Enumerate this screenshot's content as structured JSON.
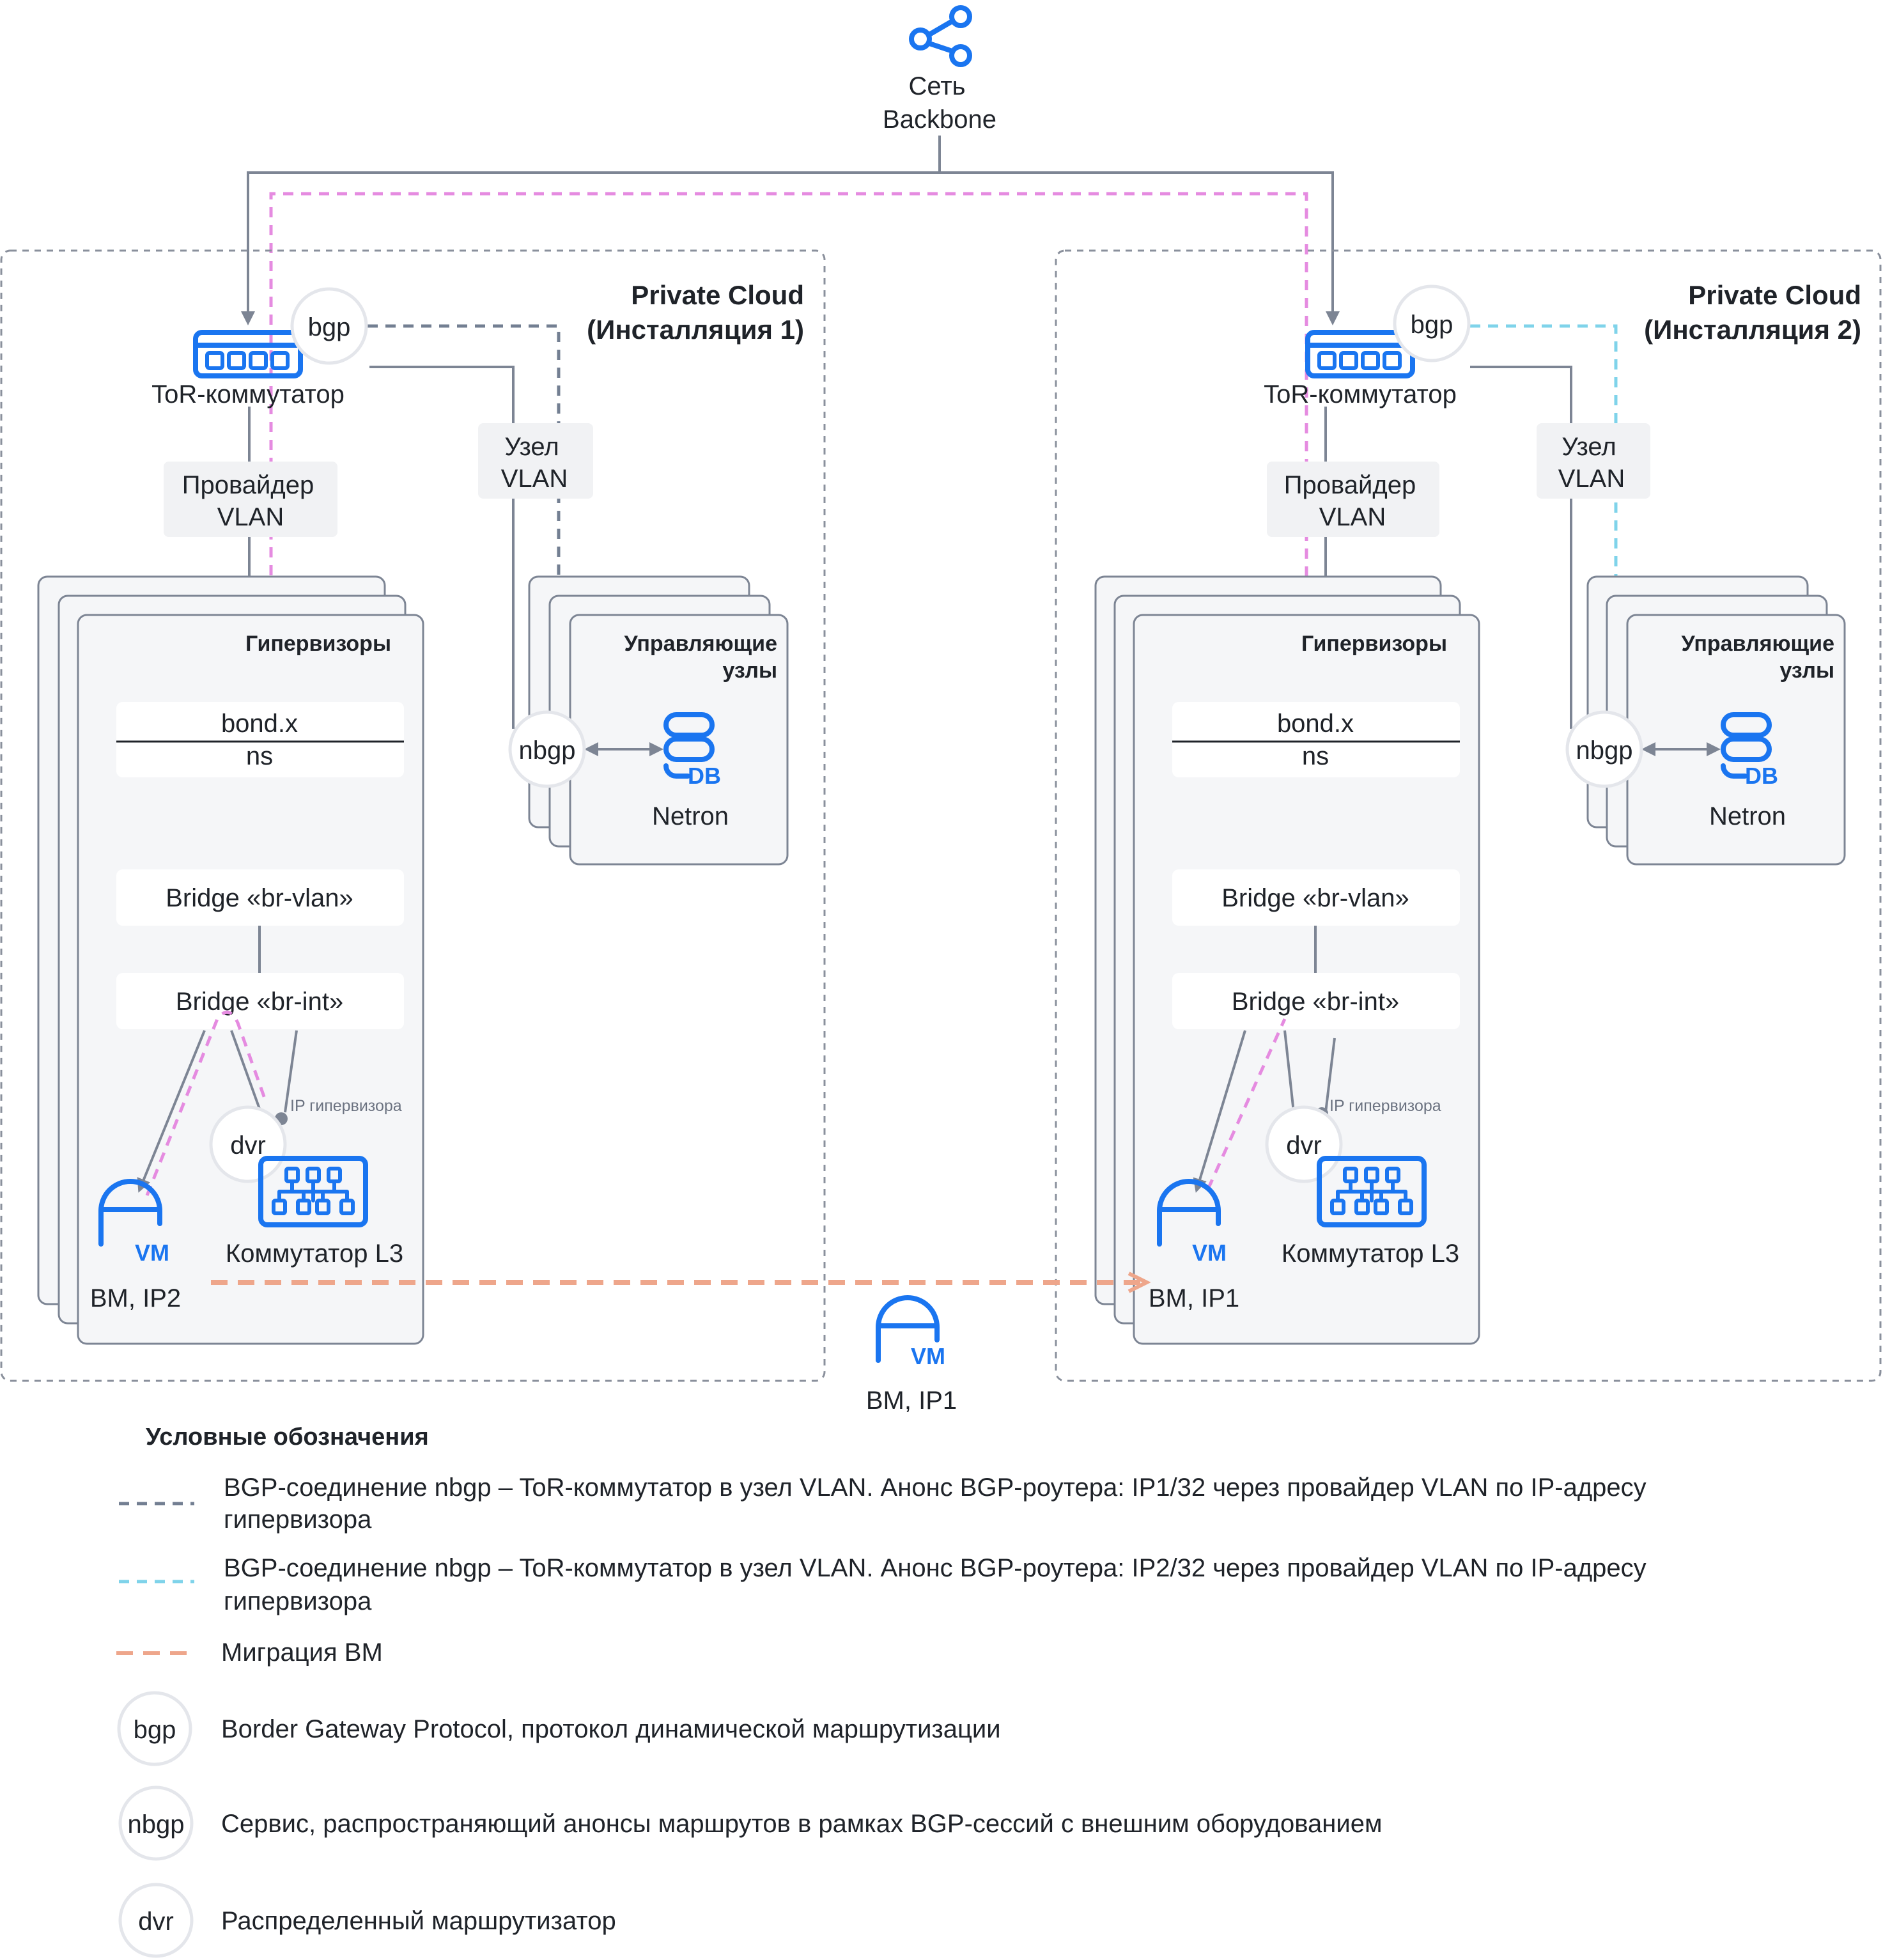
{
  "backbone": {
    "line1": "Сеть",
    "line2": "Backbone"
  },
  "clouds": [
    {
      "title1": "Private Cloud",
      "title2": "(Инсталляция 1)"
    },
    {
      "title1": "Private Cloud",
      "title2": "(Инсталляция 2)"
    }
  ],
  "nodes": {
    "tor": "ToR-коммутатор",
    "bgp": "bgp",
    "provider_vlan": [
      "Провайдер",
      "VLAN"
    ],
    "node_vlan": [
      "Узел",
      "VLAN"
    ],
    "hypervisors": "Гипервизоры",
    "control_nodes": [
      "Управляющие",
      "узлы"
    ],
    "nbgp": "nbgp",
    "db": "DB",
    "netron": "Netron",
    "bond": "bond.x",
    "ns": "ns",
    "br_vlan": "Bridge «br-vlan»",
    "br_int": "Bridge «br-int»",
    "ip_hypervisor": "IP гипервизора",
    "dvr": "dvr",
    "vm_icon": "VM",
    "l3_switch": "Коммутатор L3"
  },
  "vms": {
    "left": "ВМ, IP2",
    "right": "ВМ, IP1",
    "center": "ВМ, IP1"
  },
  "legend": {
    "title": "Условные обозначения",
    "items": [
      {
        "line1": "BGP-соединение nbgp – ToR-коммутатор в узел VLAN. Анонс BGP-роутера: IP1/32 через провайдер VLAN по IP-адресу",
        "line2": "гипервизора"
      },
      {
        "line1": "BGP-соединение nbgp – ToR-коммутатор в узел VLAN. Анонс BGP-роутера: IP2/32 через провайдер VLAN по IP-адресу",
        "line2": "гипервизора"
      },
      {
        "line1": "Миграция ВМ"
      },
      {
        "symbol": "bgp",
        "text": "Border Gateway Protocol, протокол динамической маршрутизации"
      },
      {
        "symbol": "nbgp",
        "text": "Сервис, распространяющий анонсы маршрутов в рамках BGP-сессий с внешним оборудованием"
      },
      {
        "symbol": "dvr",
        "text": "Распределенный маршрутизатор"
      }
    ]
  },
  "colors": {
    "accent_blue": "#1a75f0",
    "bgp_dash_gray": "#737f92",
    "bgp_dash_cyan": "#7fd3ea",
    "path_pink": "#e58be0",
    "migration_orange": "#eea68b"
  },
  "icons": [
    "network-share-icon",
    "switch-icon",
    "database-icon",
    "vm-icon",
    "l3-switch-icon"
  ]
}
